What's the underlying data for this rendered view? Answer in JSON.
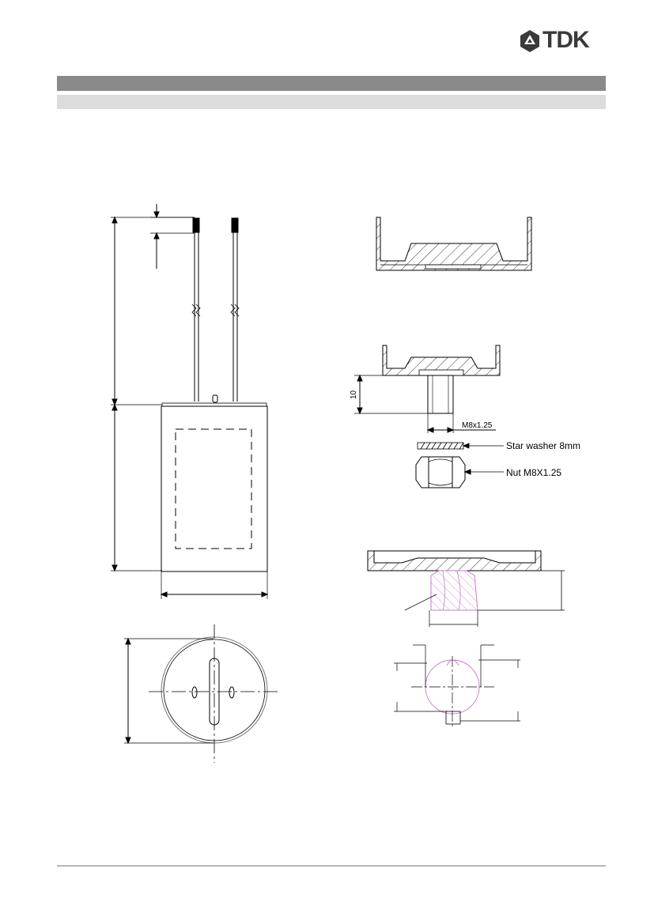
{
  "brand": {
    "logo_text": "TDK"
  },
  "labels": {
    "dim_10": "10",
    "thread": "M8x1.25",
    "star_washer": "Star washer 8mm",
    "nut": "Nut M8X1.25"
  }
}
